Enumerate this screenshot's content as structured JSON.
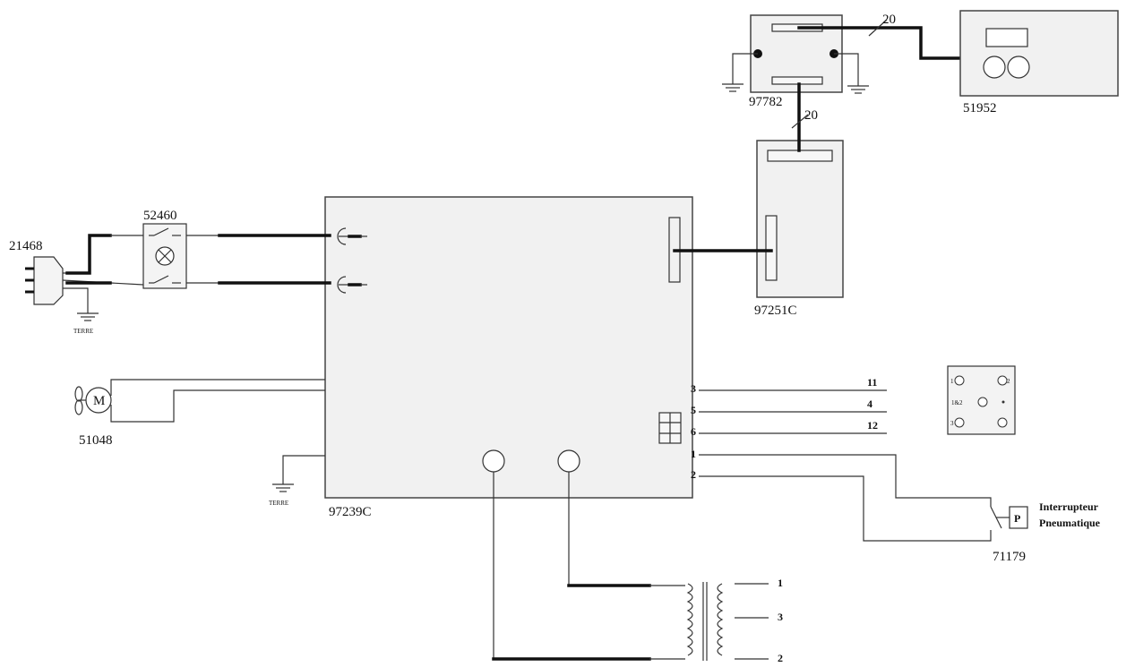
{
  "components": {
    "plug": {
      "label": "21468",
      "ground_label": "TERRE"
    },
    "switch": {
      "label": "52460"
    },
    "main_board": {
      "label": "97239C",
      "ground_label": "TERRE"
    },
    "motor": {
      "label": "51048",
      "symbol": "M"
    },
    "connector_board": {
      "label": "97251C"
    },
    "sensor_board": {
      "label": "97782",
      "cable_top": "20",
      "cable_bottom": "20"
    },
    "display": {
      "label": "51952"
    },
    "pressure_switch": {
      "label": "71179",
      "symbol": "P",
      "title_line1": "Interrupteur",
      "title_line2": "Pneumatique"
    },
    "terminal_block": {
      "pin_1": "1",
      "pin_2": "2",
      "pin_center": "1&2",
      "pin_3": "3"
    }
  },
  "terminals": {
    "left": [
      "3",
      "5",
      "6",
      "1",
      "2"
    ],
    "right": [
      "11",
      "4",
      "12"
    ]
  },
  "transformer": {
    "outputs": [
      "1",
      "3",
      "2"
    ]
  }
}
